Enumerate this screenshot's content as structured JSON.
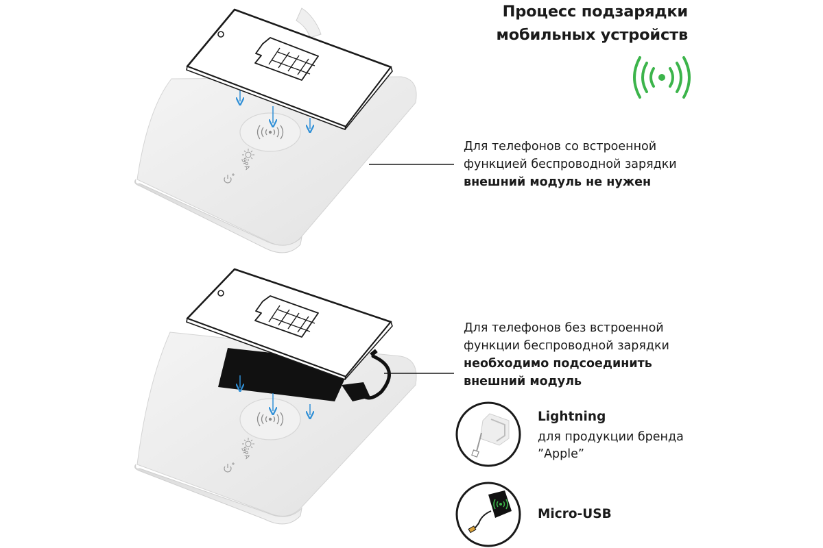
{
  "title": {
    "line1": "Процесс подзарядки",
    "line2": "мобильных устройств"
  },
  "colors": {
    "wireless_icon": "#3cb44b",
    "arrow": "#2f8fd6",
    "outline": "#1a1a1a",
    "lamp_base": "#e9e9e9",
    "module_pad": "#111111"
  },
  "icons": [
    "wireless-signal-icon",
    "battery-icon",
    "arrow-down-icon",
    "lightning-plug-icon",
    "micro-usb-module-icon",
    "power-icon",
    "era-logo"
  ],
  "description_builtin": {
    "line1": "Для телефонов со встроенной",
    "line2": "функцией беспроводной зарядки",
    "line3": "внешний модуль не нужен"
  },
  "description_external": {
    "line1": "Для телефонов без встроенной",
    "line2": "функции беспроводной зарядки",
    "line3": "необходимо подсоединить",
    "line4": "внешний модуль"
  },
  "lightning": {
    "name": "Lightning",
    "sub1": "для продукции бренда",
    "sub2": "”Apple”"
  },
  "micro_usb": {
    "name": "Micro-USB"
  },
  "base_logo": "ЭРА"
}
